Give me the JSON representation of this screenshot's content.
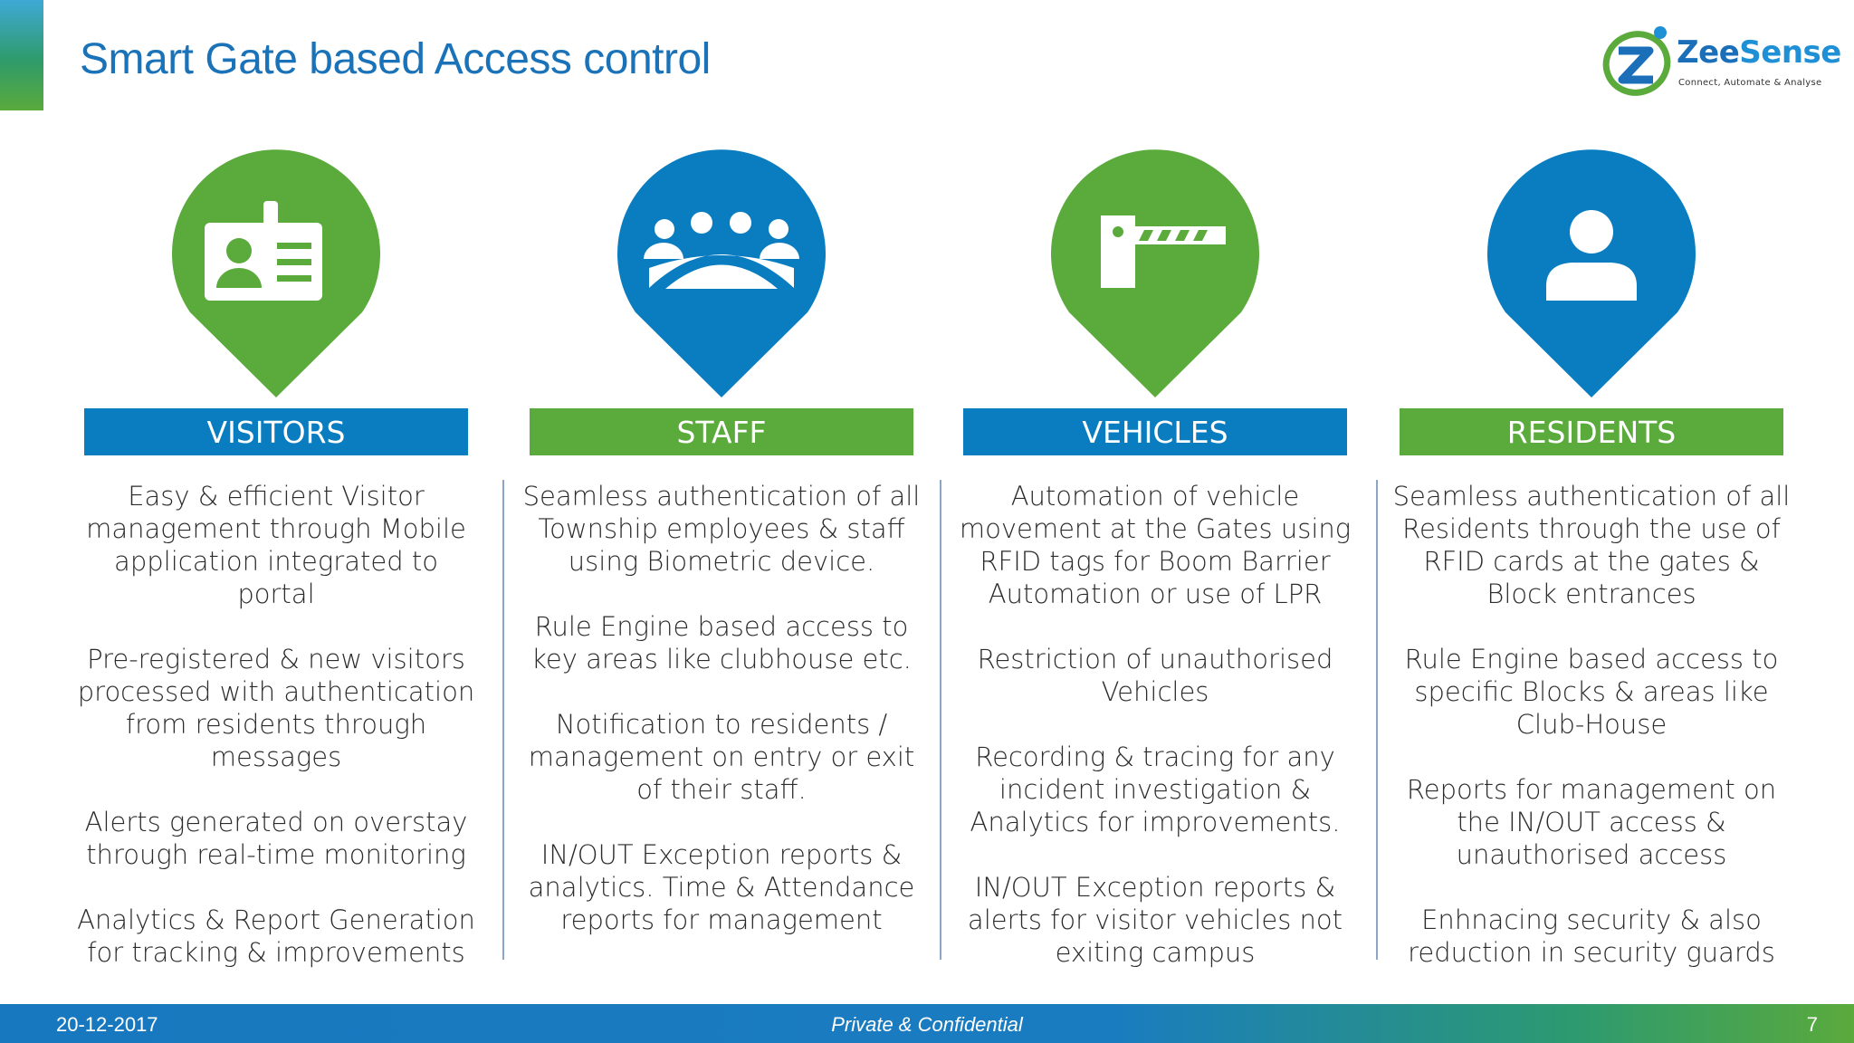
{
  "slide": {
    "title": "Smart Gate based Access control"
  },
  "logo": {
    "brand_part1": "Zee",
    "brand_part2": "Sense",
    "tagline": "Connect, Automate & Analyse"
  },
  "columns": [
    {
      "header": "VISITORS",
      "color": "#0a7dc1",
      "pin_color": "#5aaa3c",
      "icon": "id-card-icon",
      "paragraphs": [
        "Easy & efficient Visitor management through Mobile application integrated to portal",
        "Pre-registered & new visitors processed with authentication from residents through messages",
        "Alerts generated on overstay through real-time monitoring",
        "Analytics & Report Generation for tracking & improvements"
      ]
    },
    {
      "header": "STAFF",
      "color": "#5aaa3c",
      "pin_color": "#0a7dc1",
      "icon": "group-icon",
      "paragraphs": [
        "Seamless authentication of all Township employees & staff using Biometric device.",
        "Rule Engine based access to key areas like clubhouse etc.",
        "Notification to residents / management on entry or exit of their staff.",
        "IN/OUT Exception reports & analytics. Time & Attendance reports for management"
      ]
    },
    {
      "header": "VEHICLES",
      "color": "#0a7dc1",
      "pin_color": "#5aaa3c",
      "icon": "boom-barrier-icon",
      "paragraphs": [
        "Automation of vehicle movement at the Gates using RFID tags for Boom Barrier Automation or use of LPR",
        "Restriction of unauthorised Vehicles",
        "Recording & tracing for any incident investigation & Analytics for improvements.",
        "IN/OUT Exception reports & alerts for visitor vehicles not exiting campus"
      ]
    },
    {
      "header": "RESIDENTS",
      "color": "#5aaa3c",
      "pin_color": "#0a7dc1",
      "icon": "person-icon",
      "paragraphs": [
        "Seamless authentication of all Residents through the use of RFID cards at the gates & Block entrances",
        "Rule Engine based access to specific Blocks & areas like Club-House",
        "Reports for management on the IN/OUT access & unauthorised access",
        "Enhnacing security & also reduction in security guards"
      ]
    }
  ],
  "footer": {
    "date": "20-12-2017",
    "confidential": "Private & Confidential",
    "page_number": "7"
  }
}
